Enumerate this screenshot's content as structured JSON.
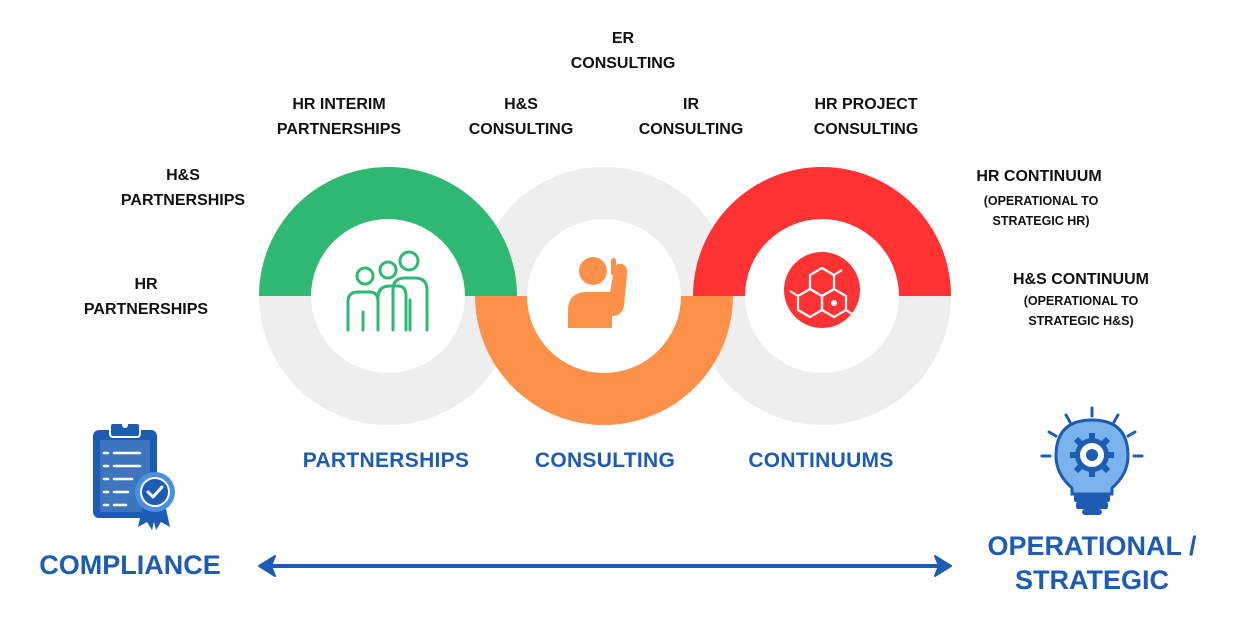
{
  "colors": {
    "green": "#2fb872",
    "orange": "#fe914a",
    "red": "#fe3232",
    "gray_ring": "#eeeeee",
    "blue": "#1c5db3",
    "text": "#111111"
  },
  "icons": {
    "partnerships": "people-group-icon",
    "consulting": "person-raising-hand-icon",
    "continuums": "molecule-icon",
    "compliance": "clipboard-checklist-icon",
    "operational": "lightbulb-gear-icon"
  },
  "top_labels": {
    "er_consulting": [
      "ER",
      "CONSULTING"
    ],
    "hr_interim": [
      "HR INTERIM",
      "PARTNERSHIPS"
    ],
    "hs_consulting": [
      "H&S",
      "CONSULTING"
    ],
    "ir_consulting": [
      "IR",
      "CONSULTING"
    ],
    "hr_project": [
      "HR PROJECT",
      "CONSULTING"
    ],
    "hs_partnerships": [
      "H&S",
      "PARTNERSHIPS"
    ],
    "hr_partnerships": [
      "HR",
      "PARTNERSHIPS"
    ],
    "hr_continuum": {
      "title": "HR CONTINUUM",
      "detail": [
        "(OPERATIONAL TO",
        "STRATEGIC HR)"
      ]
    },
    "hs_continuum": {
      "title": "H&S CONTINUUM",
      "detail": [
        "(OPERATIONAL TO",
        "STRATEGIC H&S)"
      ]
    }
  },
  "categories": {
    "partnerships": "PARTNERSHIPS",
    "consulting": "CONSULTING",
    "continuums": "CONTINUUMS"
  },
  "axis": {
    "left": "COMPLIANCE",
    "right": [
      "OPERATIONAL /",
      "STRATEGIC"
    ]
  }
}
